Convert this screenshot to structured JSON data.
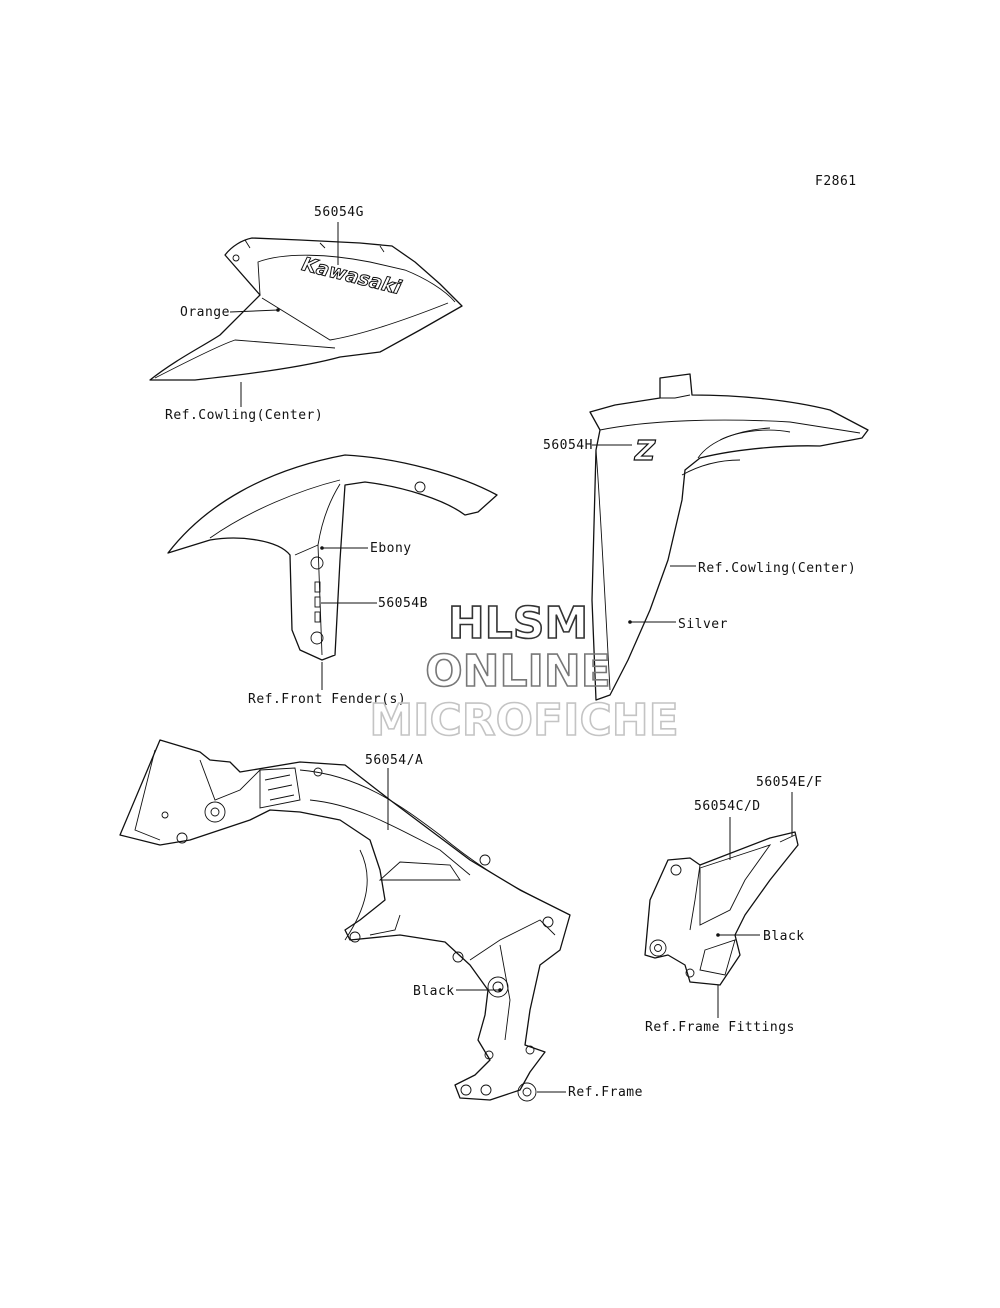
{
  "figure_code": "F2861",
  "watermark": {
    "line1": "HLSM",
    "line2": "ONLINE",
    "line3": "MICROFICHE"
  },
  "emblems": {
    "brand_decal": "Kawasaki",
    "z_logo": "Z"
  },
  "labels": {
    "part_56054g": "56054G",
    "orange": "Orange",
    "ref_cowling_center_1": "Ref.Cowling(Center)",
    "ebony": "Ebony",
    "part_56054b": "56054B",
    "ref_front_fender": "Ref.Front Fender(s)",
    "part_56054h": "56054H",
    "ref_cowling_center_2": "Ref.Cowling(Center)",
    "silver": "Silver",
    "part_56054a": "56054/A",
    "black_frame": "Black",
    "ref_frame": "Ref.Frame",
    "part_56054ef": "56054E/F",
    "part_56054cd": "56054C/D",
    "black_fittings": "Black",
    "ref_frame_fittings": "Ref.Frame Fittings"
  }
}
